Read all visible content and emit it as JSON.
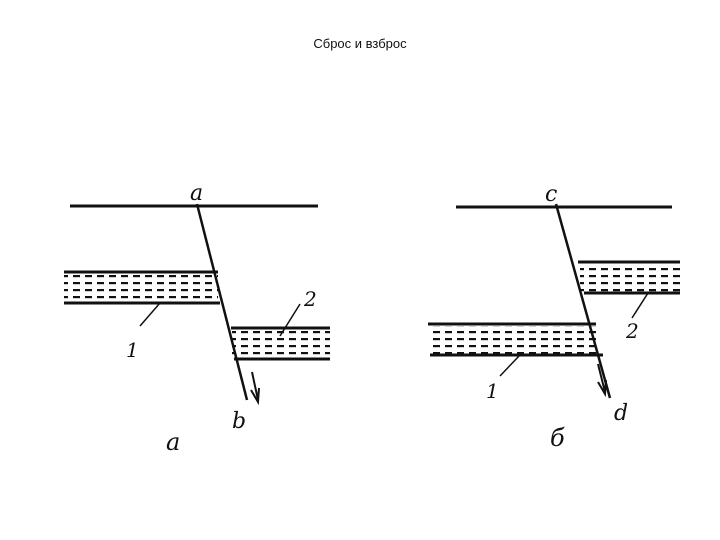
{
  "slide": {
    "title": "Сброс и взброс"
  },
  "panel_a": {
    "caption": "а",
    "fault_top_label": "a",
    "fault_bottom_label": "b",
    "layer_1_label": "1",
    "layer_2_label": "2"
  },
  "panel_b": {
    "caption": "б",
    "fault_top_label": "c",
    "fault_bottom_label": "d",
    "layer_1_label": "1",
    "layer_2_label": "2"
  }
}
